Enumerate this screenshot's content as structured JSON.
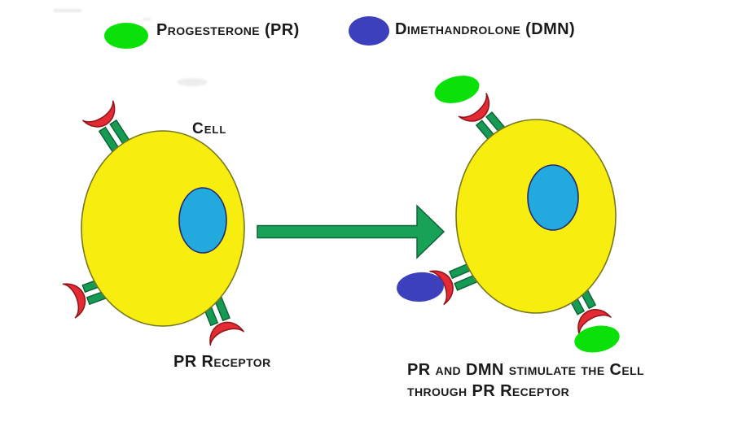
{
  "diagram": {
    "legend": {
      "progesterone": {
        "label": "Progesterone (PR)",
        "swatch": "green-ellipse"
      },
      "dimethandrolone": {
        "label": "Dimethandrolone (DMN)",
        "swatch": "blue-ellipse"
      }
    },
    "left_cell": {
      "label": "Cell",
      "receptor_label": "PR Receptor",
      "receptor_count": 3
    },
    "right_cell": {
      "caption_line1": "PR and DMN stimulate the Cell",
      "caption_line2": "through PR Receptor",
      "bound_ligands": [
        "PR",
        "DMN",
        "PR"
      ]
    },
    "arrow": {
      "direction": "right"
    },
    "colors": {
      "pr": "#09e109",
      "dmn": "#3c40bd",
      "cell": "#f7ee10",
      "nucleus": "#22aade",
      "receptor": "#169a54",
      "binding_site": "#e42a33",
      "arrow": "#17a258",
      "text": "#1a1a1a",
      "background": "#ffffff"
    }
  }
}
